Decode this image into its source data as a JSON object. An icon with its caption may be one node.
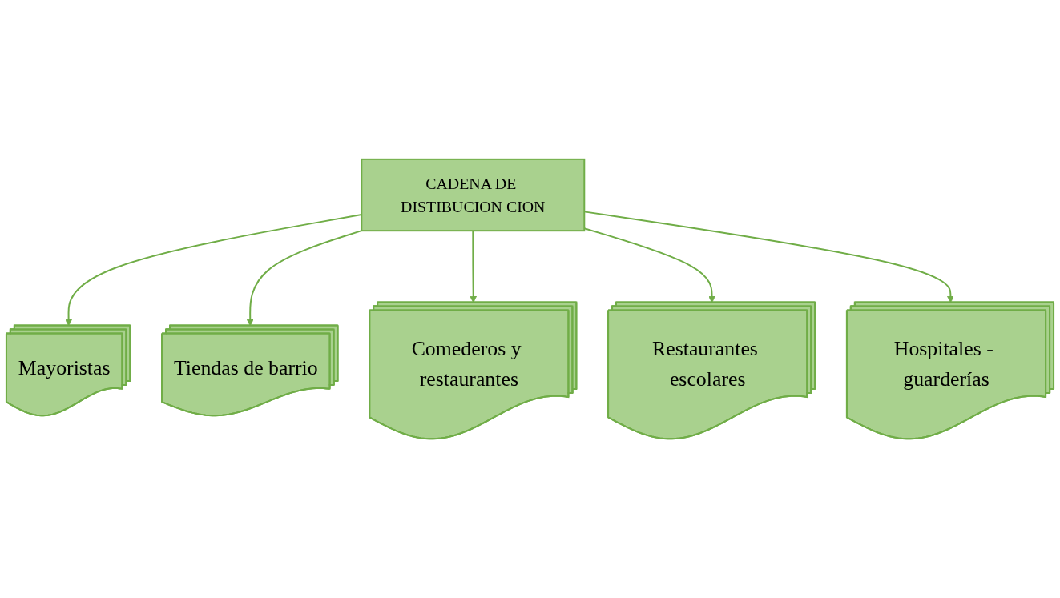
{
  "diagram": {
    "nodes": [
      {
        "text": [
          "Mayoristas"
        ]
      },
      {
        "text": [
          "Tiendas de barrio"
        ]
      },
      {
        "text": [
          "Comederos y restaurantes"
        ]
      },
      {
        "text": [
          "CADENA DE DISTIBUCION CION"
        ]
      },
      {
        "text": [
          "Restaurantes escolares"
        ]
      },
      {
        "text": [
          "Hospitales - guarderías"
        ]
      }
    ],
    "edges": [
      {
        "from": 3,
        "to": 0,
        "arrow": "to"
      },
      {
        "from": 3,
        "to": 1,
        "arrow": "to"
      },
      {
        "from": 3,
        "to": 2,
        "arrow": "to"
      },
      {
        "from": 3,
        "to": 4,
        "arrow": "to"
      },
      {
        "from": 3,
        "to": 5,
        "arrow": "to"
      }
    ]
  }
}
